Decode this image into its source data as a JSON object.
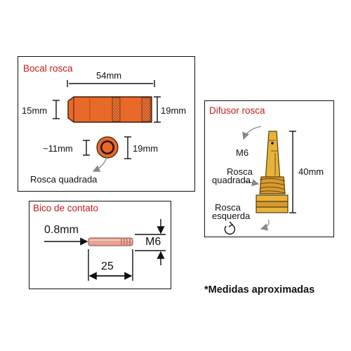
{
  "bocal": {
    "title": "Bocal rosca",
    "length": "54mm",
    "height_left": "15mm",
    "height_right": "19mm",
    "inner": "~11mm",
    "outer": "19mm",
    "thread": "Rosca quadrada",
    "color": "#e8692a"
  },
  "difusor": {
    "title": "Difusor rosca",
    "thread_size": "M6",
    "thread_type_line1": "Rosca",
    "thread_type_line2": "quadrada",
    "length": "40mm",
    "left_line1": "Rosca",
    "left_line2": "esquerda",
    "color": "#e7b33a"
  },
  "bico": {
    "title": "Bico de contato",
    "hole": "0.8mm",
    "thread": "M6",
    "length": "25",
    "color": "#e8a296"
  },
  "note": "*Medidas aproximadas"
}
